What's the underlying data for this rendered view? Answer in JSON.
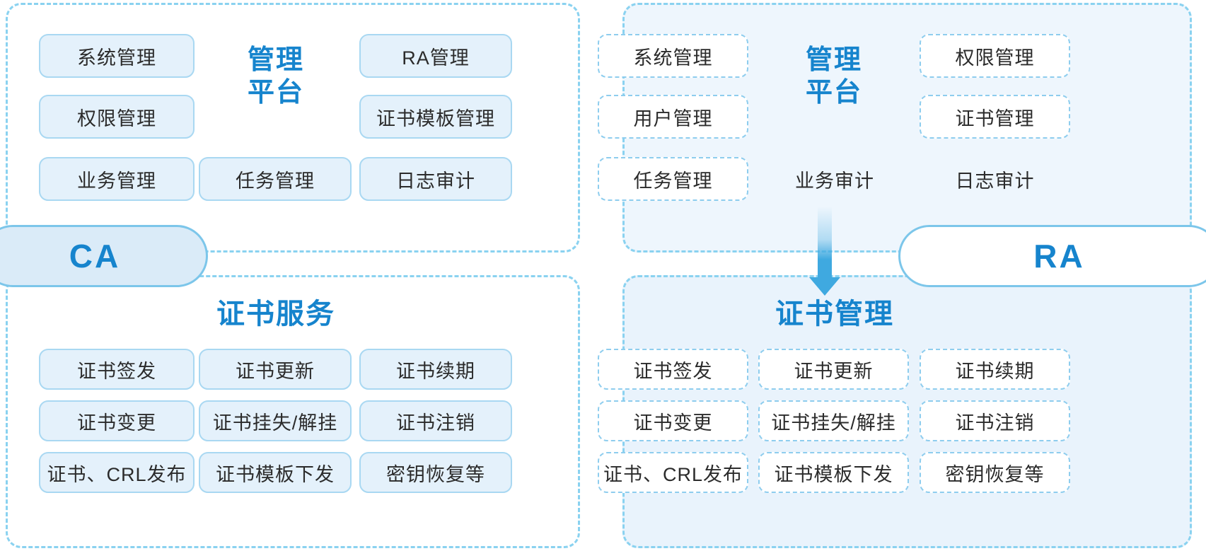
{
  "diagram": {
    "accent_color": "#1684cd",
    "chip_border_color": "#a9d8f2",
    "panel_border_color": "#8ad2f0",
    "arrow_color": "#3fa9e0"
  },
  "ca": {
    "badge": "CA",
    "platform_title_line1": "管理",
    "platform_title_line2": "平台",
    "service_title": "证书服务",
    "admin_left": [
      {
        "label": "系统管理"
      },
      {
        "label": "权限管理"
      },
      {
        "label": "业务管理"
      }
    ],
    "admin_middle": [
      {
        "label": "任务管理"
      }
    ],
    "admin_right": [
      {
        "label": "RA管理"
      },
      {
        "label": "证书模板管理"
      },
      {
        "label": "日志审计"
      }
    ],
    "service_items": [
      {
        "label": "证书签发"
      },
      {
        "label": "证书更新"
      },
      {
        "label": "证书续期"
      },
      {
        "label": "证书变更"
      },
      {
        "label": "证书挂失/解挂"
      },
      {
        "label": "证书注销"
      },
      {
        "label": "证书、CRL发布"
      },
      {
        "label": "证书模板下发"
      },
      {
        "label": "密钥恢复等"
      }
    ]
  },
  "ra": {
    "badge": "RA",
    "platform_title_line1": "管理",
    "platform_title_line2": "平台",
    "service_title": "证书管理",
    "admin_left": [
      {
        "label": "系统管理"
      },
      {
        "label": "用户管理"
      },
      {
        "label": "任务管理"
      }
    ],
    "admin_middle": [
      {
        "label": "业务审计"
      }
    ],
    "admin_right": [
      {
        "label": "权限管理"
      },
      {
        "label": "证书管理"
      },
      {
        "label": "日志审计"
      }
    ],
    "service_items": [
      {
        "label": "证书签发"
      },
      {
        "label": "证书更新"
      },
      {
        "label": "证书续期"
      },
      {
        "label": "证书变更"
      },
      {
        "label": "证书挂失/解挂"
      },
      {
        "label": "证书注销"
      },
      {
        "label": "证书、CRL发布"
      },
      {
        "label": "证书模板下发"
      },
      {
        "label": "密钥恢复等"
      }
    ]
  }
}
